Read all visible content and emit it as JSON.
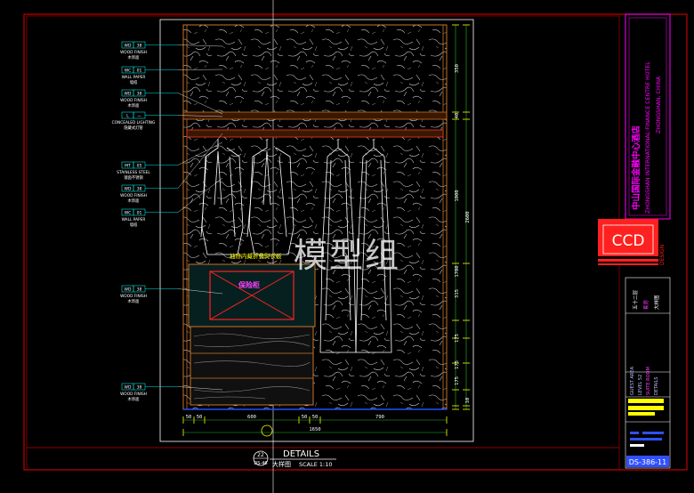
{
  "colors": {
    "background": "#000000",
    "frame_red": "#c00000",
    "frame_magenta": "#ff00ff",
    "tag_cyan": "#00e0e0",
    "label_white": "#ffffff",
    "cabinet_orange": "#c87428",
    "dim_green": "#20c020",
    "dim_yellow": "#ffff00",
    "safe_red": "#ff2020",
    "title_blue": "#3050ff",
    "ccd_red": "#ff2020"
  },
  "callouts_left": [
    {
      "code": "WD",
      "num": "38",
      "en": "WOOD FINISH",
      "cn": "木饰面"
    },
    {
      "code": "WC",
      "num": "01",
      "en": "WALL PAPER",
      "cn": "墙纸"
    },
    {
      "code": "WD",
      "num": "38",
      "en": "WOOD FINISH",
      "cn": "木饰面"
    },
    {
      "code": "L",
      "num": "—",
      "en": "CONCEALED LIGHTING",
      "cn": "隐藏式灯管"
    },
    {
      "code": "MT",
      "num": "05",
      "en": "STAINLESS STEEL",
      "cn": "镜面不锈钢"
    },
    {
      "code": "WD",
      "num": "38",
      "en": "WOOD FINISH",
      "cn": "木饰面"
    },
    {
      "code": "WC",
      "num": "01",
      "en": "WALL PAPER",
      "cn": "墙纸"
    },
    {
      "code": "WD",
      "num": "38",
      "en": "WOOD FINISH",
      "cn": "木饰面"
    },
    {
      "code": "WD",
      "num": "38",
      "en": "WOOD FINISH",
      "cn": "木饰面"
    }
  ],
  "drawing": {
    "safe_label": "保险柜",
    "drawer_note": "抽屉内藏折叠熨衣板",
    "dims_bottom_row1": [
      "50",
      "50",
      "600",
      "50",
      "50",
      "790"
    ],
    "dims_bottom_total": "1650",
    "dims_right": [
      "350",
      "40",
      "1000",
      "2600",
      "1700",
      "315",
      "175",
      "175",
      "175",
      "10"
    ]
  },
  "title_block": {
    "number": "22",
    "sheet_ref": "DS-46",
    "title_en": "DETAILS",
    "title_cn": "大样图",
    "scale": "SCALE 1:10"
  },
  "watermark": "模型组",
  "right_panel": {
    "hotel_cn": "中山国际金融中心酒店",
    "hotel_en": "ZHONGSHAN INTERNATIONAL FINANCE CENTRE HOTEL",
    "location": "ZHONGSHAN, CHINA",
    "logo": "CCD",
    "logo_sub": "DESIGN",
    "sheet_cn_lines": [
      "五十二层",
      "套房",
      "大样图"
    ],
    "sheet_info": [
      "GUEST AREA",
      "LEVEL 52",
      "SUITE ROOM",
      "DETAILS"
    ],
    "drawing_no": "DS-386-11"
  }
}
